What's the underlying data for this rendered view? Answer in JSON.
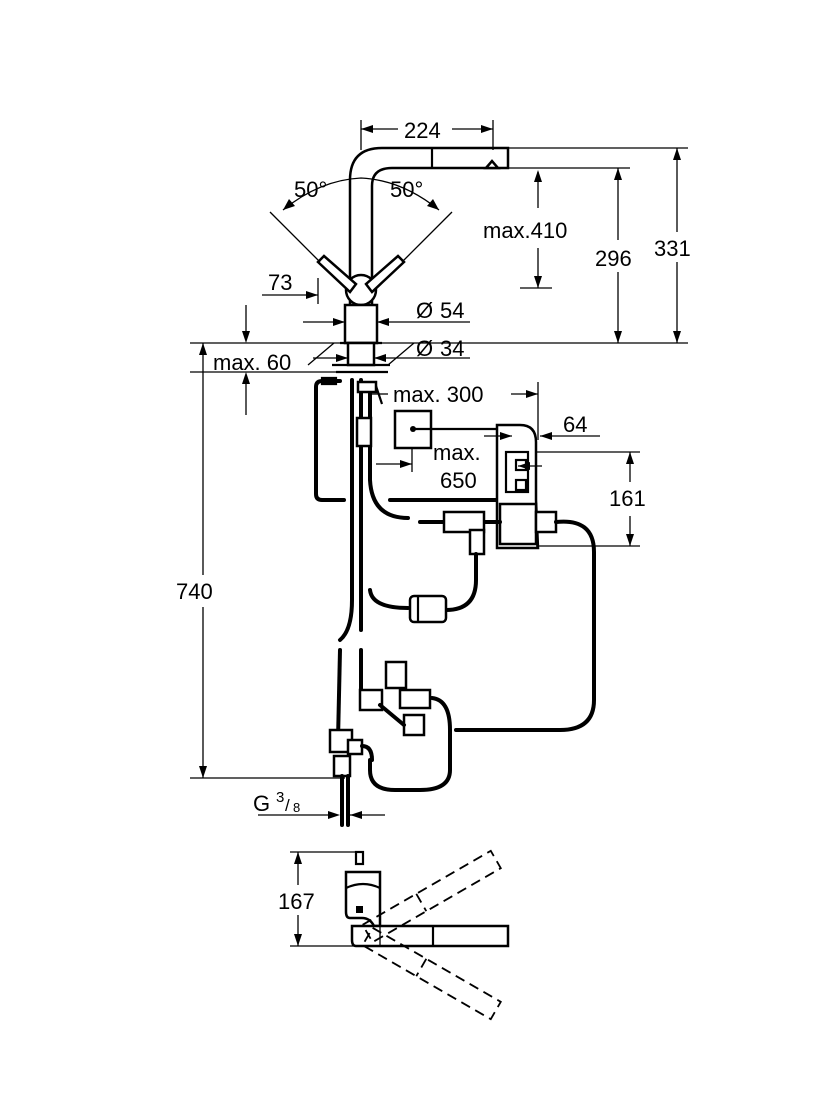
{
  "dimensions": {
    "spout_reach": "224",
    "angle_left": "50°",
    "angle_right": "50°",
    "pullout_length": "max.410",
    "spout_height": "296",
    "total_height": "331",
    "lever_offset": "73",
    "diameter_body": "54",
    "diameter_mount": "34",
    "diameter_symbol": "Ø",
    "max_deck_thickness": "max. 60",
    "max_box_distance": "max. 300",
    "box_offset": "64",
    "max_cable": "max.",
    "max_cable_value": "650",
    "box_height": "161",
    "hose_length": "740",
    "thread_letter": "G",
    "thread_num": "3",
    "thread_den": "8",
    "lever_height": "167"
  }
}
